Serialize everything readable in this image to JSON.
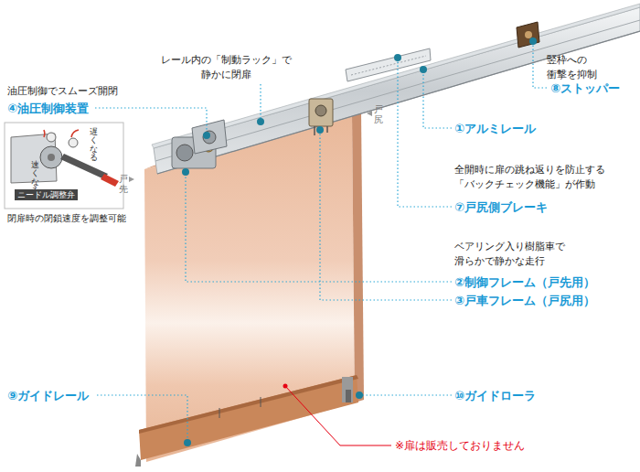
{
  "diagram": {
    "labels": [
      "油圧制御でスムーズ開閉",
      "④油圧制御装置",
      "速くなる",
      "遅くなる",
      "ニードル調整弁",
      "閉扉時の閉鎖速度を調整可能",
      "レール内の「制動ラック」で 静かに閉扉",
      "竪枠への 衝撃を抑制",
      "⑧ストッパー",
      "①アルミレール",
      "全開時に扉の跳ね返りを防止する 「バックチェック機能」が作動",
      "⑦戸尻側ブレーキ",
      "ベアリング入り樹脂車で 滑らかで静かな走行",
      "②制御フレーム（戸先用）",
      "③戸車フレーム（戸尻用）",
      "⑨ガイドレール",
      "⑩ガイドローラ",
      "※扉は販売しておりません",
      "戸尻",
      "戸先"
    ]
  }
}
